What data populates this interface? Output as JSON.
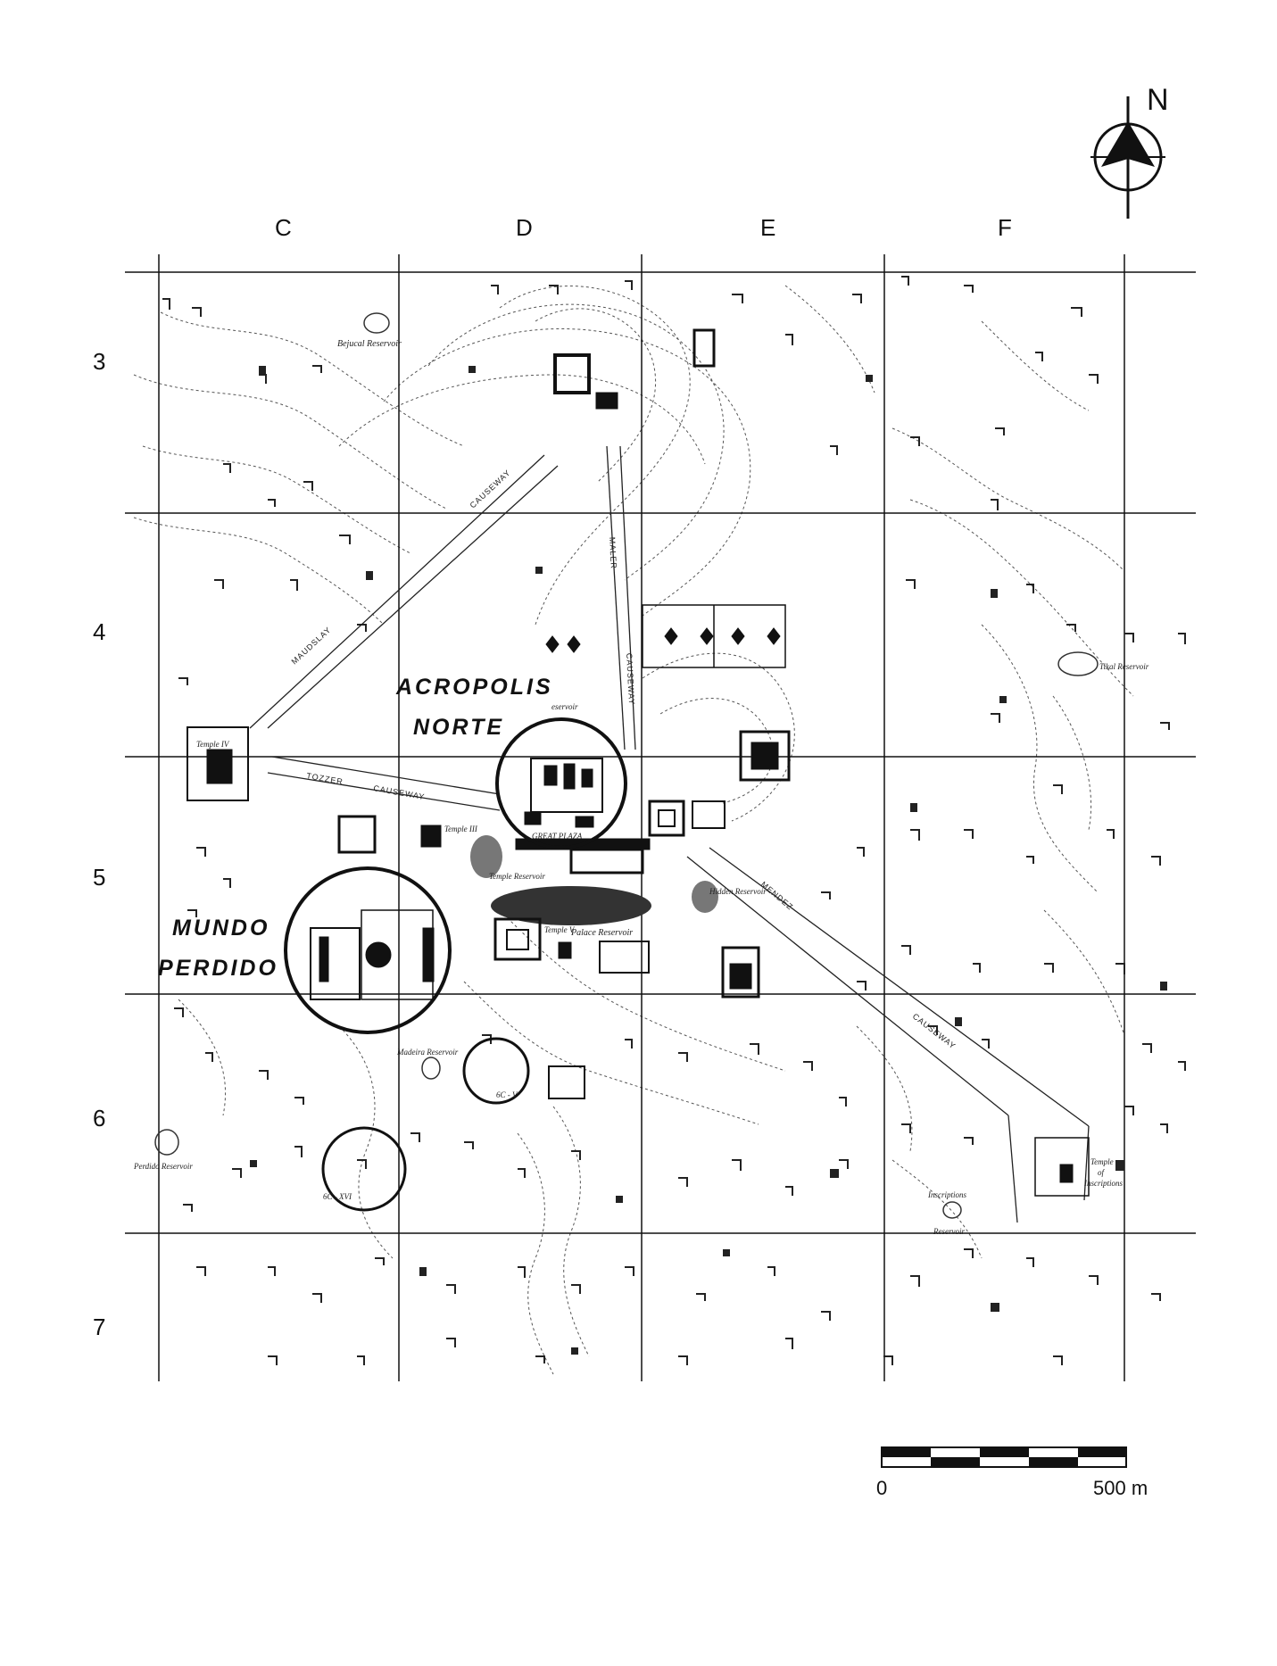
{
  "map": {
    "north_label": "N",
    "grid_columns": [
      "C",
      "D",
      "E",
      "F"
    ],
    "grid_rows": [
      "3",
      "4",
      "5",
      "6",
      "7"
    ],
    "area_labels": {
      "acropolis_line1": "ACROPOLIS",
      "acropolis_line2": "NORTE",
      "mundo_line1": "MUNDO",
      "mundo_line2": "PERDIDO"
    },
    "place_labels": {
      "bejucal": "Bejucal Reservoir",
      "temple_iv": "Temple IV",
      "temple_iii": "Temple III",
      "temple_reservoir": "Temple Reservoir",
      "palace_reservoir": "Palace Reservoir",
      "hidden_reservoir": "Hidden Reservoir",
      "tikal_reservoir": "Tikal Reservoir",
      "perdido_reservoir": "Perdido Reservoir",
      "madeira_reservoir": "Madeira Reservoir",
      "temple_v": "Temple V",
      "inscriptions_reservoir_1": "Inscriptions",
      "inscriptions_reservoir_2": "Reservoir",
      "temple_inscriptions_1": "Temple",
      "temple_inscriptions_2": "of",
      "temple_inscriptions_3": "Inscriptions",
      "great_plaza": "GREAT PLAZA",
      "reservoir_top": "eservoir",
      "group_6c_v": "6C - V",
      "group_6c_xvi": "6C - XVI"
    },
    "causeway_labels": {
      "maudslay": "MAUDSLAY",
      "maudslay_causeway": "CAUSEWAY",
      "maler": "MALER",
      "maler_causeway": "CAUSEWAY",
      "tozzer": "TOZZER",
      "tozzer_causeway": "CAUSEWAY",
      "mendez": "MENDEZ",
      "mendez_causeway": "CAUSEWAY"
    },
    "scale_bar": {
      "start_label": "0",
      "end_label": "500 m"
    }
  }
}
